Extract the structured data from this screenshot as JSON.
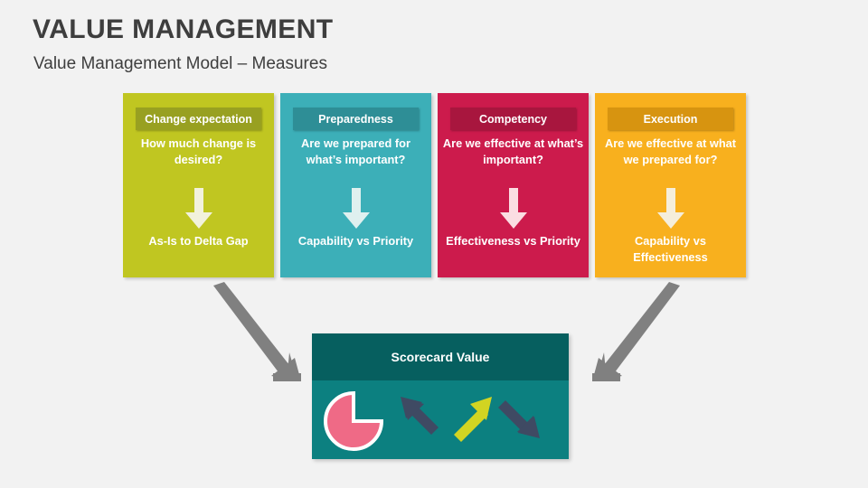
{
  "slide": {
    "title": "VALUE MANAGEMENT",
    "subtitle": "Value Management Model – Measures",
    "background_color": "#f2f2f2",
    "title_color": "#3e3e3e"
  },
  "columns": [
    {
      "chip_label": "Change expectation",
      "question": "How much change is desired?",
      "measure": "As-Is to Delta Gap",
      "panel_color": "#c0c621",
      "chip_color": "#98a021",
      "arrow_color": "#f2f2dc"
    },
    {
      "chip_label": "Preparedness",
      "question": "Are we prepared for what’s important?",
      "measure": "Capability vs Priority",
      "panel_color": "#3cafb8",
      "chip_color": "#2e8e96",
      "arrow_color": "#dff0ef"
    },
    {
      "chip_label": "Competency",
      "question": "Are we effective at what’s important?",
      "measure": "Effectiveness vs Priority",
      "panel_color": "#cc1b4c",
      "chip_color": "#a8163e",
      "arrow_color": "#fbdde2"
    },
    {
      "chip_label": "Execution",
      "question": "Are we effective at what we prepared for?",
      "measure": "Capability vs Effectiveness",
      "panel_color": "#f8b01e",
      "chip_color": "#d79410",
      "arrow_color": "#f5eedb"
    }
  ],
  "connectors": {
    "color": "#808080",
    "left_label": "arrow-down-right-icon",
    "right_label": "arrow-down-left-icon"
  },
  "scorecard": {
    "title": "Scorecard Value",
    "header_color": "#065f5f",
    "body_color": "#0c8080",
    "icons": [
      {
        "name": "pie-chart-icon",
        "color": "#ef6a86"
      },
      {
        "name": "arrow-up-left-icon",
        "color": "#3f4a63"
      },
      {
        "name": "arrow-up-right-icon",
        "color": "#d2d422"
      },
      {
        "name": "arrow-down-right-icon",
        "color": "#3f4a63"
      }
    ]
  }
}
